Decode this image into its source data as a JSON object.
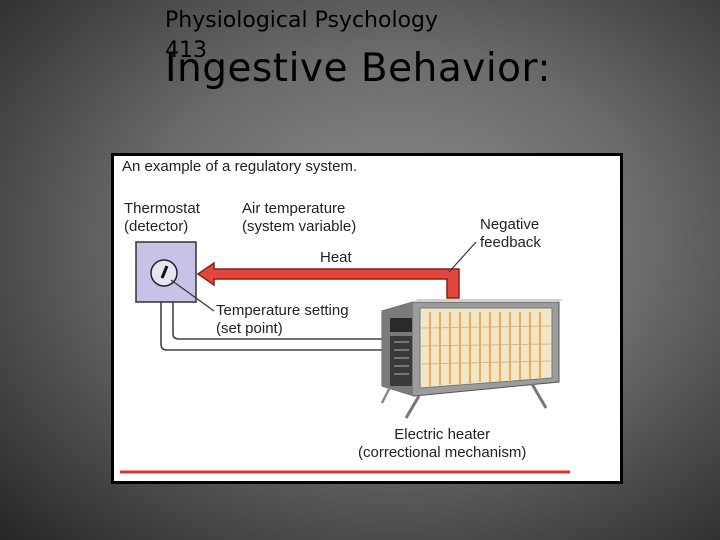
{
  "slide": {
    "course_line1": "Physiological Psychology",
    "course_line2": "413",
    "title": "Ingestive Behavior:"
  },
  "figure": {
    "caption": "An example of a regulatory system.",
    "thermostat": {
      "line1": "Thermostat",
      "line2": "(detector)"
    },
    "air_temp": {
      "line1": "Air temperature",
      "line2": "(system variable)"
    },
    "neg_feedback": {
      "line1": "Negative",
      "line2": "feedback"
    },
    "heat": "Heat",
    "setpoint": {
      "line1": "Temperature setting",
      "line2": "(set point)"
    },
    "heater": {
      "line1": "Electric heater",
      "line2": "(correctional mechanism)"
    },
    "colors": {
      "accent_red": "#d9342b",
      "dial_fill": "#c7c3e6",
      "heater_body": "#b9b9b9"
    }
  }
}
